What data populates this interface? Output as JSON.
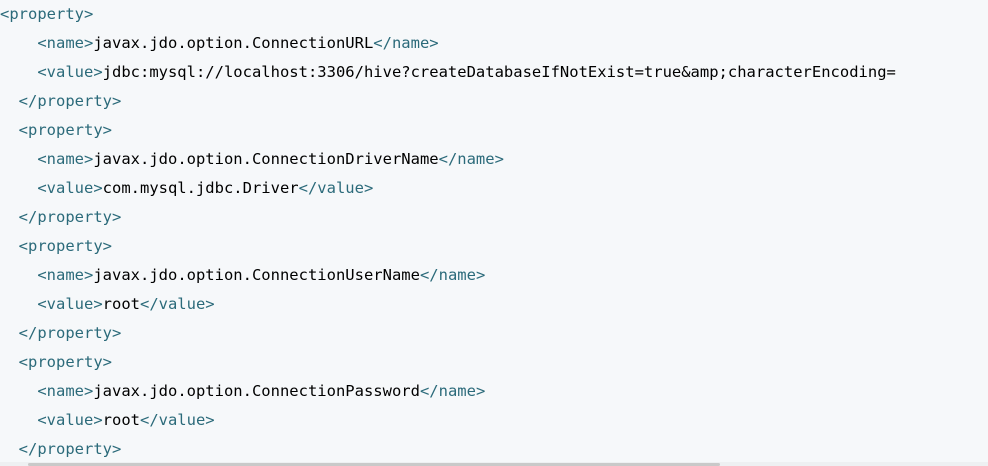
{
  "code": {
    "lines": [
      {
        "indent": "",
        "open": "<property>",
        "text": "",
        "close": ""
      },
      {
        "indent": "    ",
        "open": "<name>",
        "text": "javax.jdo.option.ConnectionURL",
        "close": "</name>"
      },
      {
        "indent": "    ",
        "open": "<value>",
        "text": "jdbc:mysql://localhost:3306/hive?createDatabaseIfNotExist=true&amp;characterEncoding=",
        "close": ""
      },
      {
        "indent": "  ",
        "open": "</property>",
        "text": "",
        "close": ""
      },
      {
        "indent": "  ",
        "open": "<property>",
        "text": "",
        "close": ""
      },
      {
        "indent": "    ",
        "open": "<name>",
        "text": "javax.jdo.option.ConnectionDriverName",
        "close": "</name>"
      },
      {
        "indent": "    ",
        "open": "<value>",
        "text": "com.mysql.jdbc.Driver",
        "close": "</value>"
      },
      {
        "indent": "  ",
        "open": "</property>",
        "text": "",
        "close": ""
      },
      {
        "indent": "  ",
        "open": "<property>",
        "text": "",
        "close": ""
      },
      {
        "indent": "    ",
        "open": "<name>",
        "text": "javax.jdo.option.ConnectionUserName",
        "close": "</name>"
      },
      {
        "indent": "    ",
        "open": "<value>",
        "text": "root",
        "close": "</value>"
      },
      {
        "indent": "  ",
        "open": "</property>",
        "text": "",
        "close": ""
      },
      {
        "indent": "  ",
        "open": "<property>",
        "text": "",
        "close": ""
      },
      {
        "indent": "    ",
        "open": "<name>",
        "text": "javax.jdo.option.ConnectionPassword",
        "close": "</name>"
      },
      {
        "indent": "    ",
        "open": "<value>",
        "text": "root",
        "close": "</value>"
      },
      {
        "indent": "  ",
        "open": "</property>",
        "text": "",
        "close": ""
      }
    ]
  },
  "colors": {
    "tag": "#2b6a7a",
    "text": "#000000",
    "background": "#f6f8fa"
  }
}
